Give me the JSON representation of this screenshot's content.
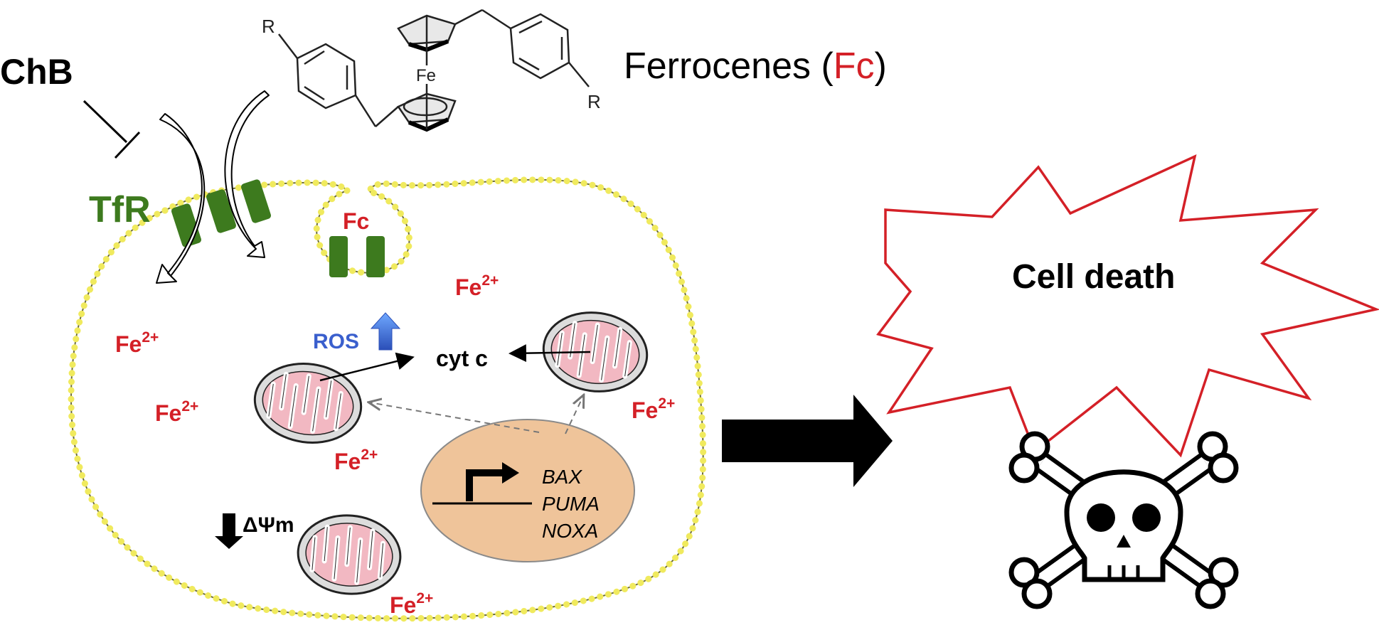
{
  "labels": {
    "inhibitor": "ChB",
    "receptor": "TfR",
    "compound_prefix": "Ferrocenes (",
    "compound_abbrev": "Fc",
    "compound_suffix": ")",
    "endosome_cargo": "Fc",
    "iron": "Fe",
    "iron_charge": "2+",
    "ros": "ROS",
    "cytochrome": "cyt c",
    "membrane_potential": "ΔΨm",
    "outcome": "Cell death"
  },
  "structure": {
    "substituent": "R",
    "metal": "Fe"
  },
  "genes": [
    "BAX",
    "PUMA",
    "NOXA"
  ],
  "colors": {
    "red": "#d42027",
    "green": "#3d7a1e",
    "membrane_bead": "#f0ea5e",
    "mito_fill": "#f2b8c2",
    "nucleus_fill": "#efc49a",
    "ros_blue": "#3a5fcd"
  }
}
